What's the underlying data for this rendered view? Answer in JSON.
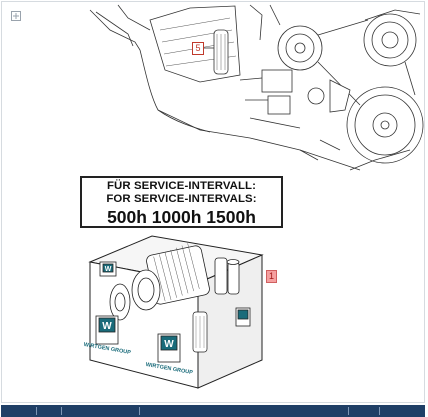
{
  "sign": {
    "line1": "FÜR SERVICE-INTERVALL:",
    "line2": "FOR SERVICE-INTERVALS:",
    "line3": "500h 1000h 1500h"
  },
  "callouts": {
    "engine_part": "5",
    "kit_box": "1"
  },
  "box_branding": {
    "brand_top": "WIRTGEN GROUP",
    "brand_side": "WIRTGEN GROUP"
  },
  "icons": {
    "corner": "expand-icon"
  },
  "colors": {
    "callout_red": "#c0392b",
    "callout_fill": "#f5a0a0",
    "statusbar": "#1f3f66"
  }
}
